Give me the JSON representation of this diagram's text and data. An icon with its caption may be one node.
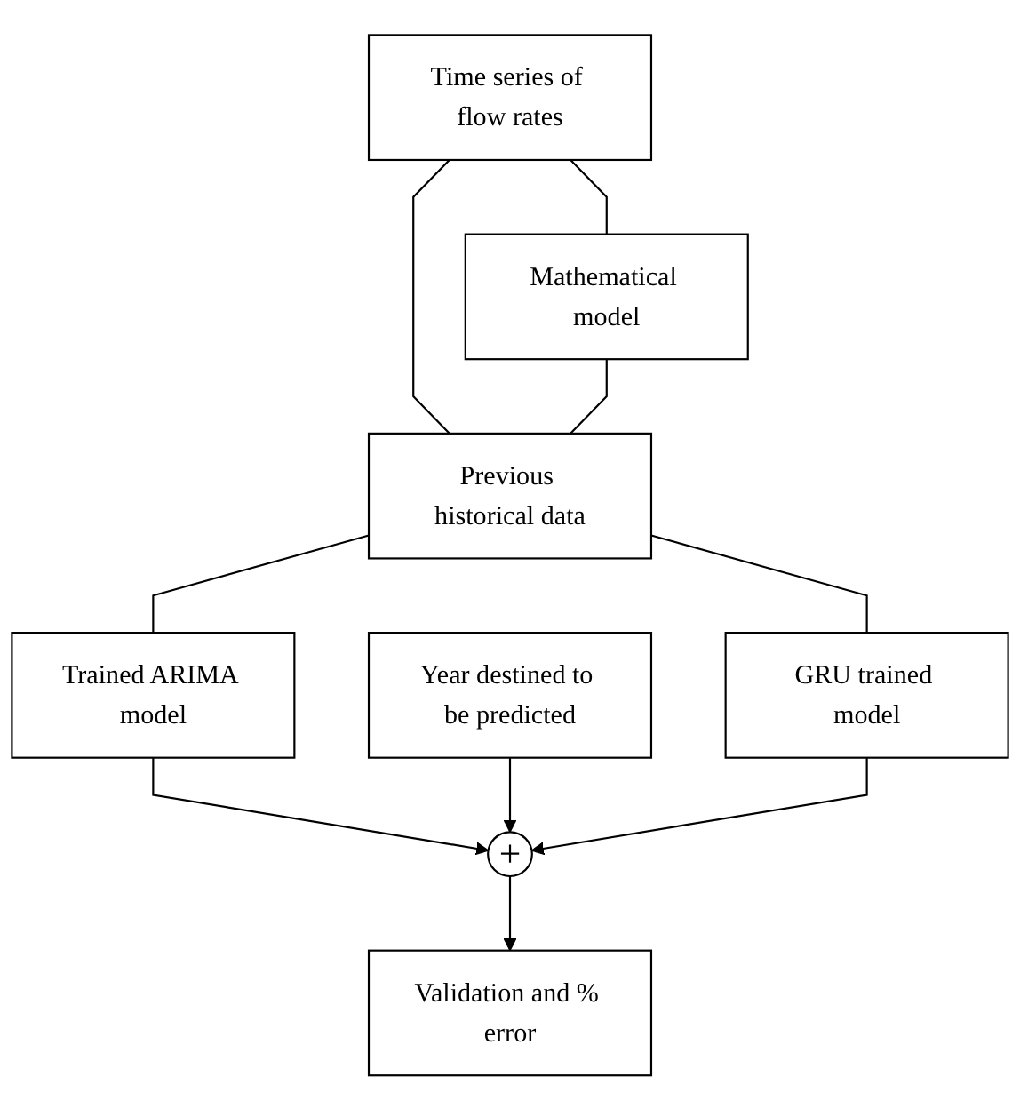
{
  "diagram": {
    "nodes": [
      {
        "text": [
          "Time series of flow rates"
        ]
      },
      {
        "text": [
          "Mathematical model"
        ]
      },
      {
        "text": [
          "Previous historical data"
        ]
      },
      {
        "text": [
          "Trained ARIMA model"
        ]
      },
      {
        "text": [
          "Year destined to be predicted"
        ]
      },
      {
        "text": [
          "GRU trained model"
        ]
      },
      {
        "text": [
          "+"
        ]
      },
      {
        "text": [
          "Validation and % error"
        ]
      }
    ],
    "edges": [
      {
        "from": 0,
        "to": 1,
        "arrow": "none"
      },
      {
        "from": 0,
        "to": 2,
        "arrow": "none"
      },
      {
        "from": 1,
        "to": 2,
        "arrow": "none"
      },
      {
        "from": 2,
        "to": 3,
        "arrow": "none"
      },
      {
        "from": 2,
        "to": 5,
        "arrow": "none"
      },
      {
        "from": 3,
        "to": 6,
        "arrow": "to"
      },
      {
        "from": 4,
        "to": 6,
        "arrow": "to"
      },
      {
        "from": 5,
        "to": 6,
        "arrow": "to"
      },
      {
        "from": 6,
        "to": 7,
        "arrow": "to"
      }
    ]
  }
}
